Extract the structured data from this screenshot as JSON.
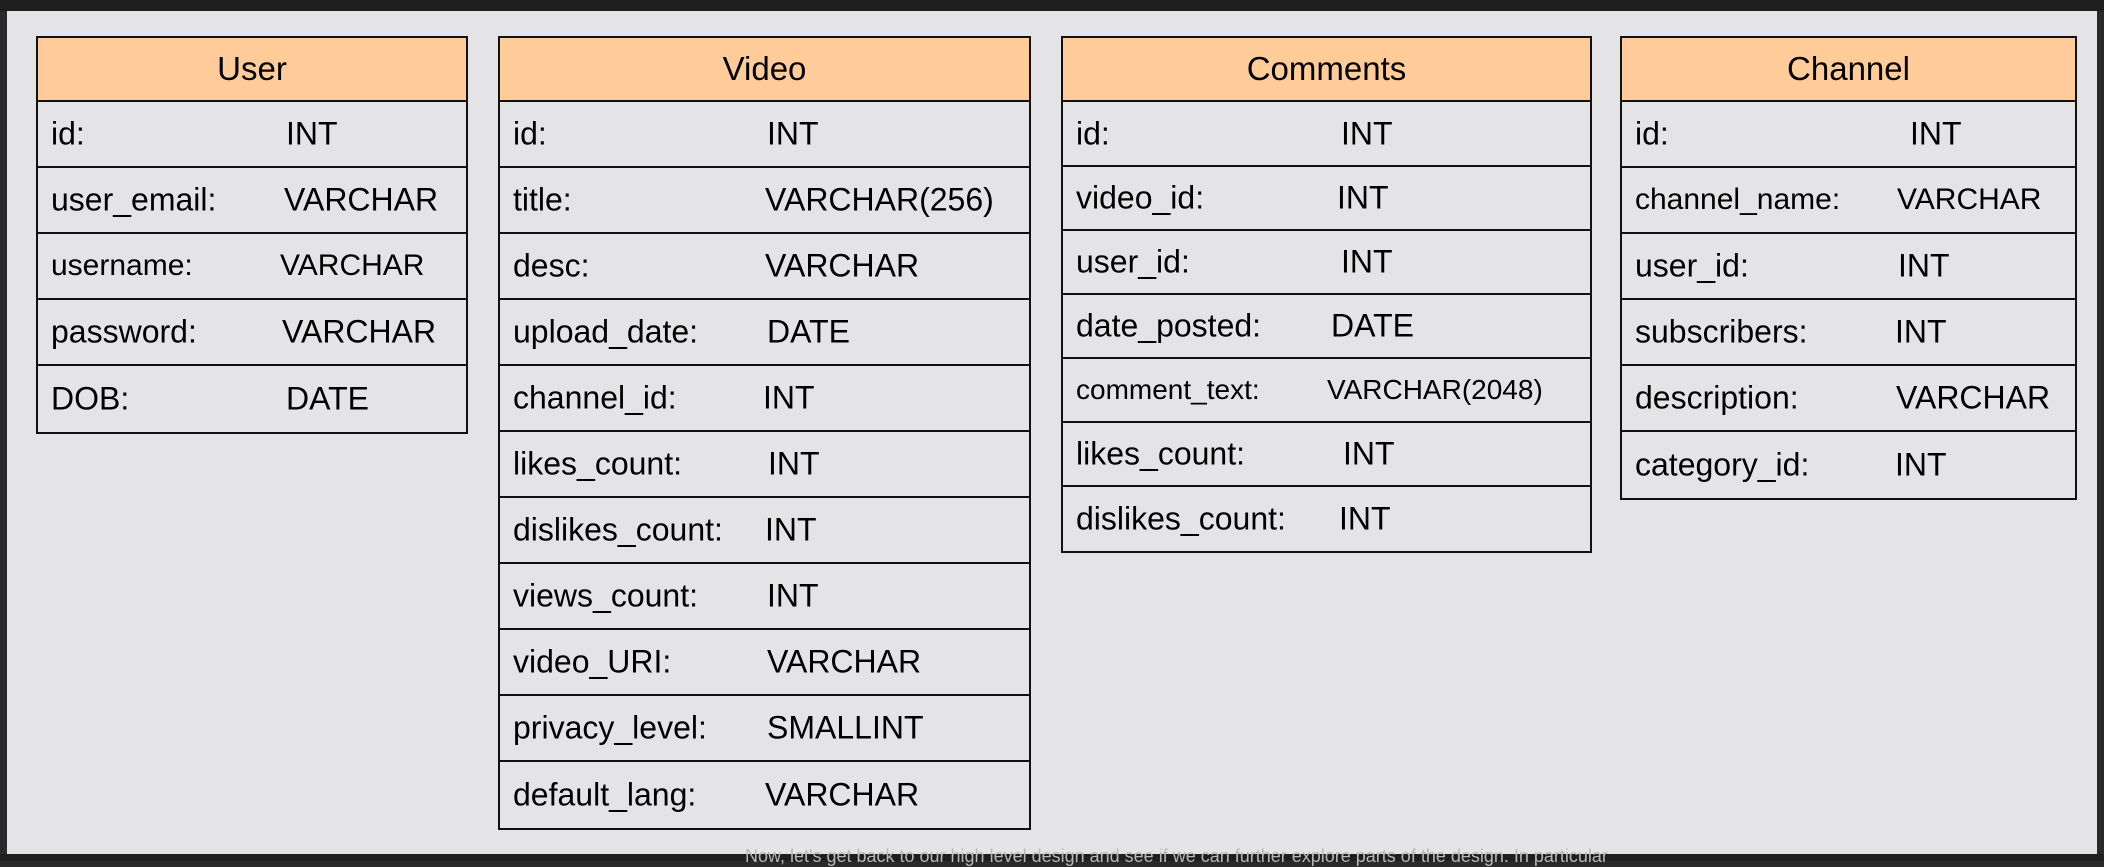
{
  "entities": [
    {
      "key": "user",
      "name": "User",
      "fields": [
        {
          "name": "id:",
          "type": "INT"
        },
        {
          "name": "user_email:",
          "type": "VARCHAR"
        },
        {
          "name": "username:",
          "type": "VARCHAR"
        },
        {
          "name": "password:",
          "type": "VARCHAR"
        },
        {
          "name": "DOB:",
          "type": "DATE"
        }
      ]
    },
    {
      "key": "video",
      "name": "Video",
      "fields": [
        {
          "name": "id:",
          "type": "INT"
        },
        {
          "name": "title:",
          "type": "VARCHAR(256)"
        },
        {
          "name": "desc:",
          "type": "VARCHAR"
        },
        {
          "name": "upload_date:",
          "type": "DATE"
        },
        {
          "name": "channel_id:",
          "type": "INT"
        },
        {
          "name": "likes_count:",
          "type": "INT"
        },
        {
          "name": "dislikes_count:",
          "type": "INT"
        },
        {
          "name": "views_count:",
          "type": "INT"
        },
        {
          "name": "video_URI:",
          "type": "VARCHAR"
        },
        {
          "name": "privacy_level:",
          "type": "SMALLINT"
        },
        {
          "name": "default_lang:",
          "type": "VARCHAR"
        }
      ]
    },
    {
      "key": "comments",
      "name": "Comments",
      "fields": [
        {
          "name": "id:",
          "type": "INT"
        },
        {
          "name": "video_id:",
          "type": "INT"
        },
        {
          "name": "user_id:",
          "type": "INT"
        },
        {
          "name": "date_posted:",
          "type": "DATE"
        },
        {
          "name": "comment_text:",
          "type": "VARCHAR(2048)"
        },
        {
          "name": "likes_count:",
          "type": "INT"
        },
        {
          "name": "dislikes_count:",
          "type": "INT"
        }
      ]
    },
    {
      "key": "channel",
      "name": "Channel",
      "fields": [
        {
          "name": "id:",
          "type": "INT"
        },
        {
          "name": "channel_name:",
          "type": "VARCHAR"
        },
        {
          "name": "user_id:",
          "type": "INT"
        },
        {
          "name": "subscribers:",
          "type": "INT"
        },
        {
          "name": "description:",
          "type": "VARCHAR"
        },
        {
          "name": "category_id:",
          "type": "INT"
        }
      ]
    }
  ],
  "background_text": "Now, let's get back to our high level design and see if we can further explore parts of the design. In particular"
}
